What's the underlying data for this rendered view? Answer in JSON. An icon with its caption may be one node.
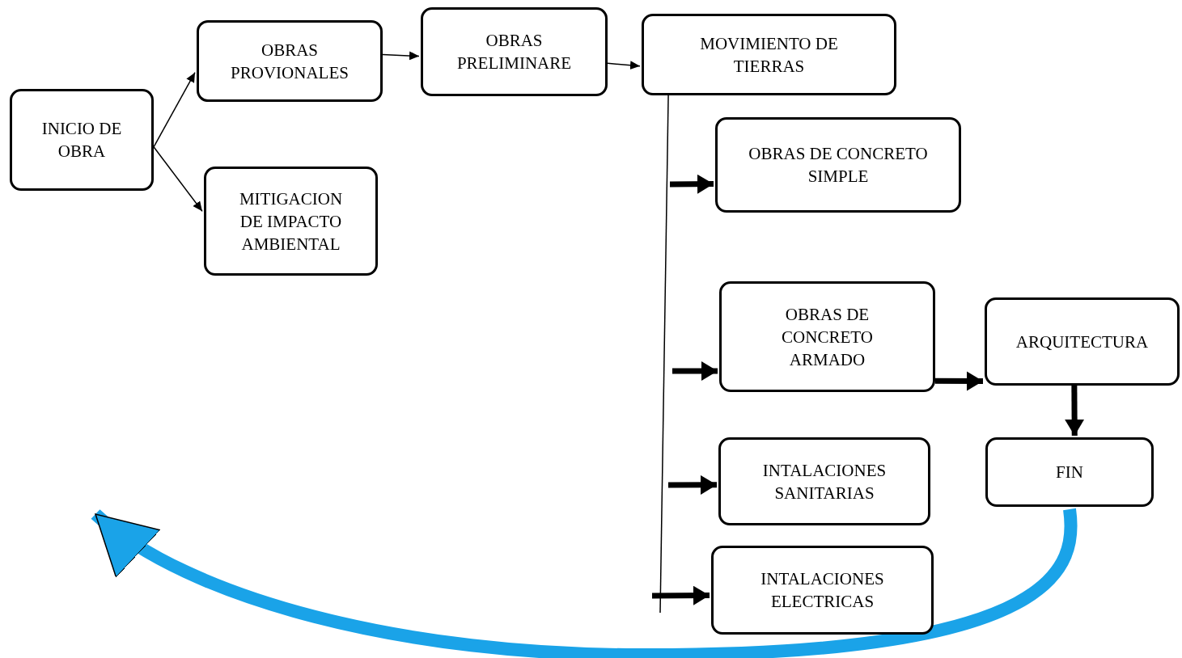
{
  "diagram": {
    "nodes": [
      {
        "text": [
          "INICIO DE OBRA"
        ]
      },
      {
        "text": [
          "OBRAS PROVIONALES"
        ]
      },
      {
        "text": [
          "MITIGACION DE IMPACTO AMBIENTAL"
        ]
      },
      {
        "text": [
          "OBRAS PRELIMINARE"
        ]
      },
      {
        "text": [
          "MOVIMIENTO DE TIERRAS"
        ]
      },
      {
        "text": [
          "OBRAS DE CONCRETO SIMPLE"
        ]
      },
      {
        "text": [
          "OBRAS DE CONCRETO ARMADO"
        ]
      },
      {
        "text": [
          "ARQUITECTURA"
        ]
      },
      {
        "text": [
          "INTALACIONES SANITARIAS"
        ]
      },
      {
        "text": [
          "INTALACIONES ELECTRICAS"
        ]
      },
      {
        "text": [
          "FIN"
        ]
      }
    ],
    "edges": [
      {
        "from": 0,
        "to": 1,
        "arrow": "to"
      },
      {
        "from": 0,
        "to": 2,
        "arrow": "to"
      },
      {
        "from": 1,
        "to": 3,
        "arrow": "to"
      },
      {
        "from": 3,
        "to": 4,
        "arrow": "to"
      },
      {
        "from": 4,
        "to": null,
        "arrow": "none"
      },
      {
        "from": null,
        "to": 5,
        "arrow": "to"
      },
      {
        "from": null,
        "to": 6,
        "arrow": "to"
      },
      {
        "from": null,
        "to": 8,
        "arrow": "to"
      },
      {
        "from": null,
        "to": 9,
        "arrow": "to"
      },
      {
        "from": 6,
        "to": 7,
        "arrow": "to"
      },
      {
        "from": 7,
        "to": 10,
        "arrow": "to"
      },
      {
        "from": 10,
        "to": null,
        "arrow": "to",
        "style": "thick",
        "color": "#1aa3e8"
      }
    ]
  }
}
